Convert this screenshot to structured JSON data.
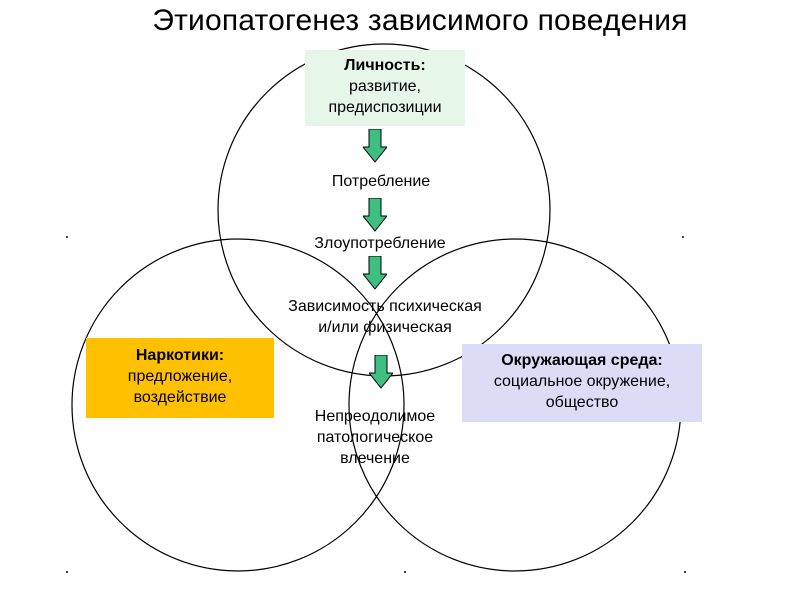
{
  "title": "Этиопатогенез зависимого поведения",
  "circles": [
    {
      "name": "Личность"
    },
    {
      "name": "Наркотики"
    },
    {
      "name": "Окружающая среда"
    }
  ],
  "boxes": {
    "personality": {
      "heading": "Личность:",
      "line1": "развитие,",
      "line2": "предиспозиции",
      "color": "#e6f7ea"
    },
    "drugs": {
      "heading": "Наркотики:",
      "line1": "предложение,",
      "line2": "воздействие",
      "color": "#ffc000"
    },
    "environment": {
      "heading": "Окружающая среда:",
      "line1": "социальное окружение,",
      "line2": "общество",
      "color": "#dcdcf7"
    }
  },
  "stages": {
    "consumption": "Потребление",
    "abuse": "Злоупотребление",
    "dependence_line1": "Зависимость психическая",
    "dependence_line2": "и/или физическая",
    "craving_line1": "Непреодолимое",
    "craving_line2": "патологическое",
    "craving_line3": "влечение"
  },
  "colors": {
    "arrow_fill": "#3fbf7f",
    "arrow_stroke": "#000000",
    "circle_stroke": "#000000"
  }
}
